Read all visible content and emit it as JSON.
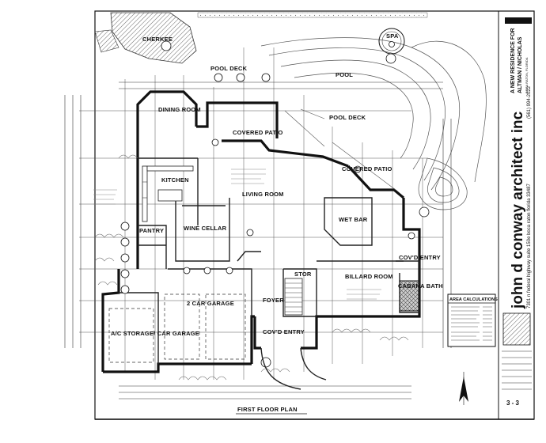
{
  "rooms": {
    "cherokee": "CHERKEE",
    "spa": "SPA",
    "pool_deck_top": "POOL DECK",
    "pool": "POOL",
    "pool_deck_right": "POOL DECK",
    "dining_room": "DINING ROOM",
    "covered_patio_1": "COVERED PATIO",
    "covered_patio_2": "COVERED PATIO",
    "kitchen": "KITCHEN",
    "living_room": "LIVING ROOM",
    "wet_bar": "WET BAR",
    "pantry": "PANTRY",
    "wine_cellar": "WINE CELLAR",
    "covd_entry_right": "COV'D ENTRY",
    "billiard_room": "BILLARD ROOM",
    "cabana_bath": "CABANA BATH",
    "stor": "STOR",
    "foyer": "FOYER",
    "garage": "2 CAR GARAGE",
    "ac_storage": "A/C STORAGE/ CAR GARAGE",
    "covd_entry_front": "COV'D ENTRY"
  },
  "drawing_title": "FIRST FLOOR PLAN",
  "title_block": {
    "firm_name": "john d conway architect inc",
    "firm_address": "7301 n federal highway suite 150e boca raton florida 33487",
    "firm_phone": "(561) 994-2022",
    "project_line_1": "A NEW RESIDENCE FOR",
    "project_line_2": "ALTMAN / NICHOLAS",
    "project_address": "BOCA RATON, FLORIDA",
    "area_calculations_title": "AREA CALCULATIONS",
    "sheet_number": "3 - 3"
  },
  "colors": {
    "ink": "#111111",
    "hatch": "#bdbdbd",
    "paper": "#ffffff"
  }
}
